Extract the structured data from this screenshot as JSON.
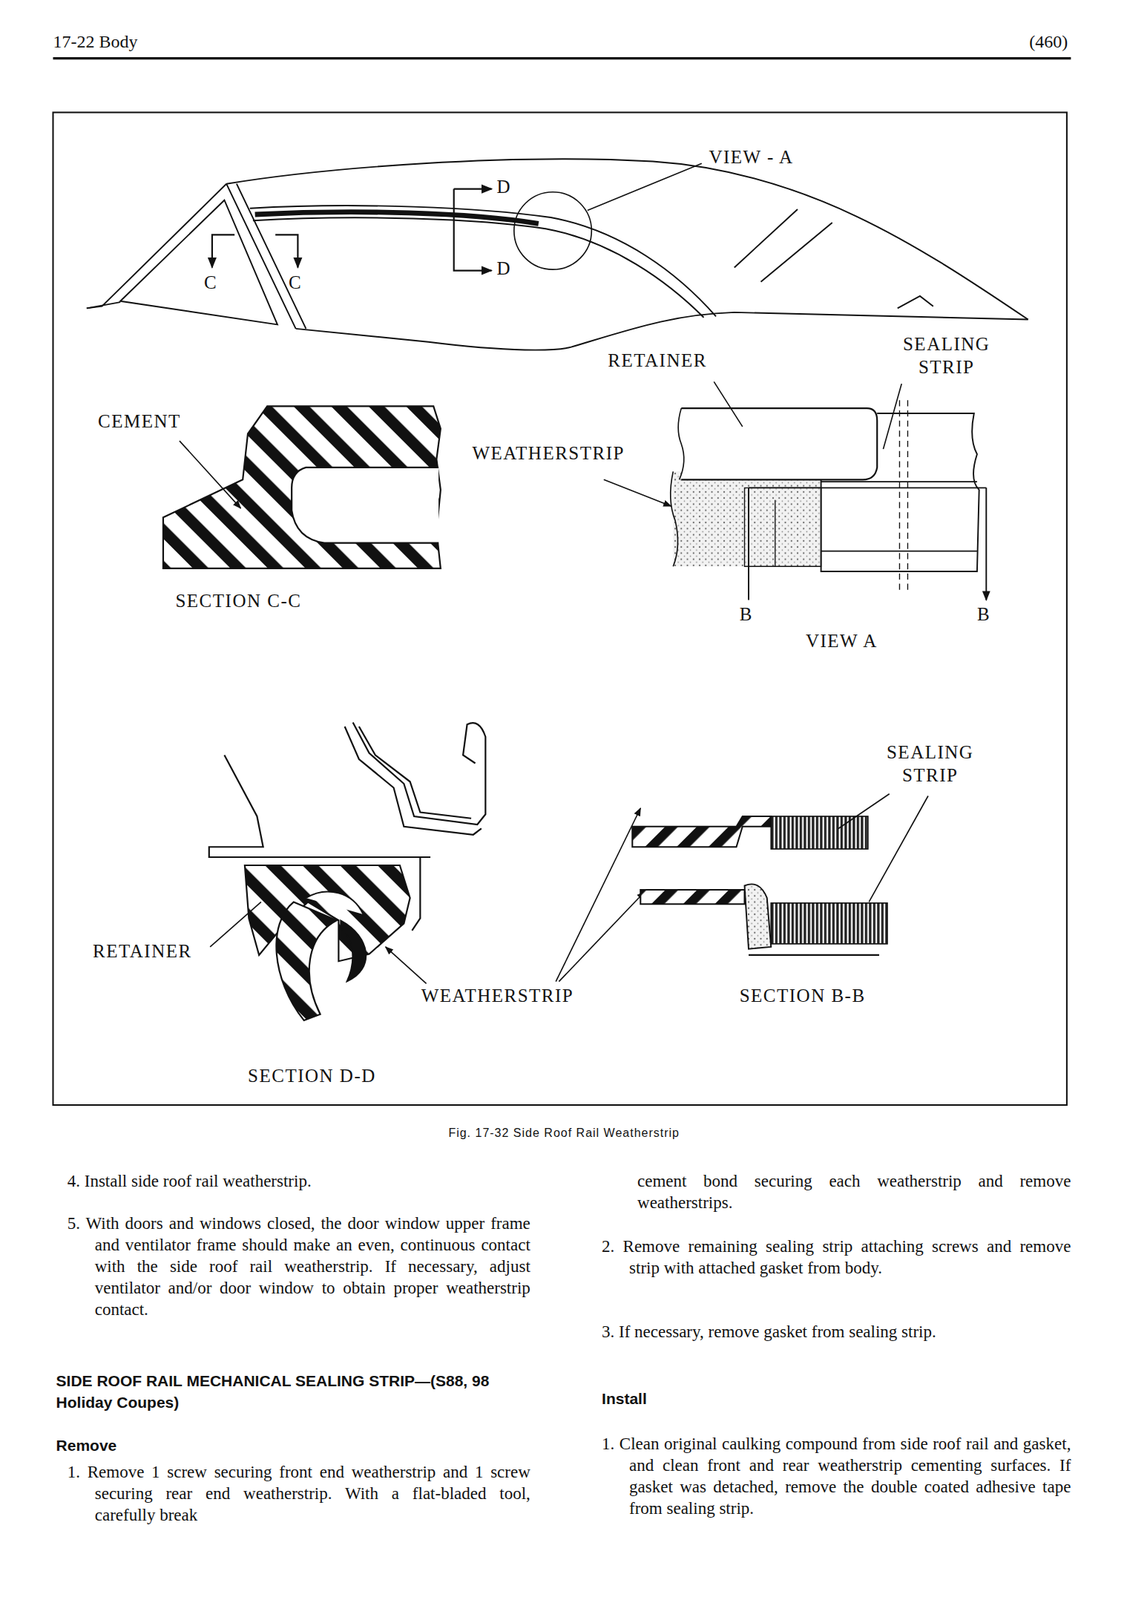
{
  "diagram": {
    "caption": "Fig. 17-32 Side Roof Rail Weatherstrip",
    "labels": [
      "17-22 Body",
      "(460)",
      "VIEW - A",
      "D",
      "D",
      "C",
      "C",
      "RETAINER",
      "SEALING STRIP",
      "CEMENT",
      "WEATHERSTRIP",
      "SECTION C-C",
      "B",
      "B",
      "VIEW A",
      "SEALING STRIP",
      "RETAINER",
      "WEATHERSTRIP",
      "SECTION B-B",
      "SECTION D-D",
      "4. Install side roof rail weatherstrip.",
      "5. With doors and windows closed, the door window upper frame and ventilator frame should make an even, continuous contact with the side roof rail weatherstrip. If necessary, adjust ventilator and/or door window to obtain proper weatherstrip contact.",
      "SIDE ROOF RAIL MECHANICAL SEALING STRIP—(S88, 98 Holiday Coupes)",
      "Remove",
      "1. Remove 1 screw securing front end weatherstrip and 1 screw securing rear end weatherstrip. With a flat-bladed tool, carefully break",
      "cement bond securing each weatherstrip and remove weatherstrips.",
      "2. Remove remaining sealing strip attaching screws and remove strip with attached gasket from body.",
      "3. If necessary, remove gasket from sealing strip.",
      "Install",
      "1. Clean original caulking compound from side roof rail and gasket, and clean front and rear weatherstrip cementing surfaces. If gasket was detached, remove the double coated adhesive tape from sealing strip."
    ]
  }
}
